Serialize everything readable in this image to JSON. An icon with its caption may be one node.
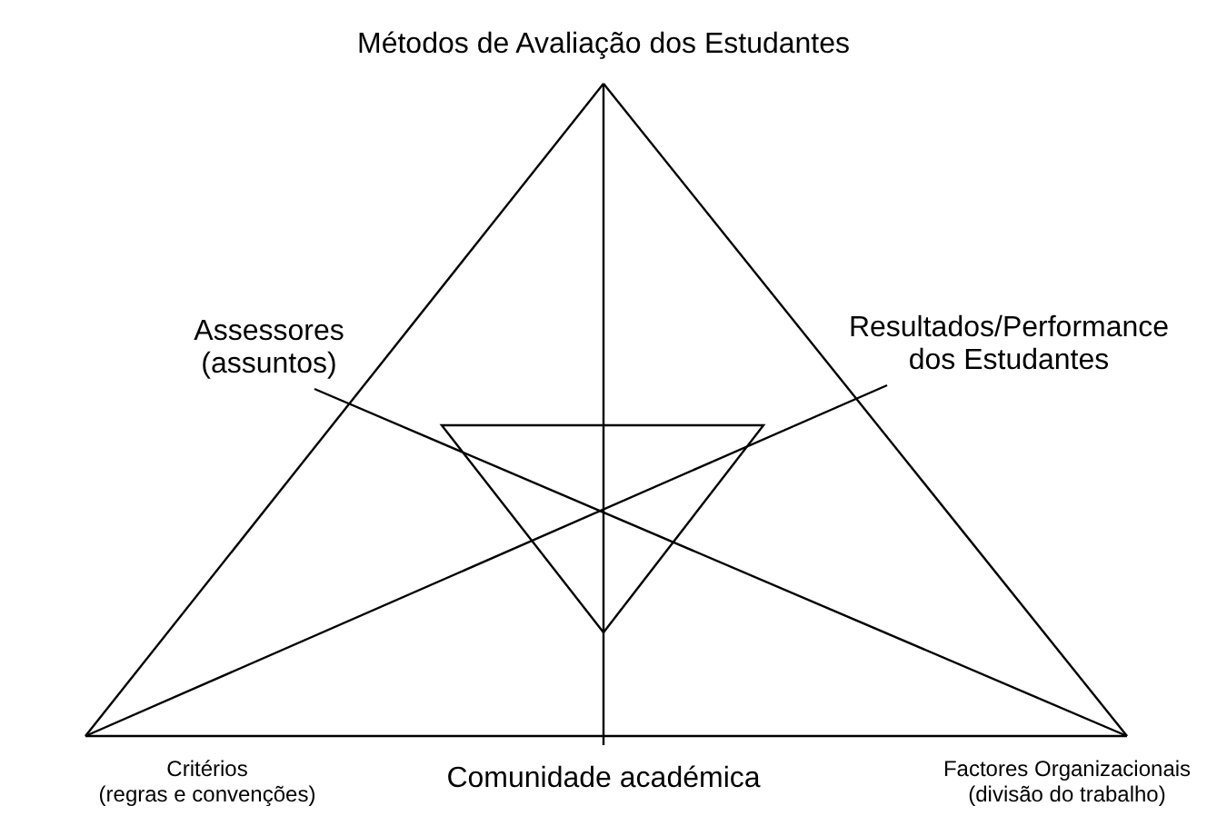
{
  "diagram": {
    "nodes": [
      {
        "text": [
          "Métodos de Avaliação dos Estudantes"
        ]
      },
      {
        "text": [
          "Assessores (assuntos)"
        ]
      },
      {
        "text": [
          "Resultados/Performance dos Estudantes"
        ]
      },
      {
        "text": [
          "Critérios",
          "(regras e convenções)"
        ]
      },
      {
        "text": [
          "Comunidade académica"
        ]
      },
      {
        "text": [
          "Factores Organizacionais (divisão do trabalho)"
        ]
      }
    ],
    "edges": [
      {
        "from": 0,
        "to": 3,
        "arrow": "none"
      },
      {
        "from": 0,
        "to": 5,
        "arrow": "none"
      },
      {
        "from": 3,
        "to": 5,
        "arrow": "none"
      },
      {
        "from": 0,
        "to": 4,
        "arrow": "none"
      },
      {
        "from": 1,
        "to": 5,
        "arrow": "none"
      },
      {
        "from": 2,
        "to": 3,
        "arrow": "none"
      }
    ]
  }
}
